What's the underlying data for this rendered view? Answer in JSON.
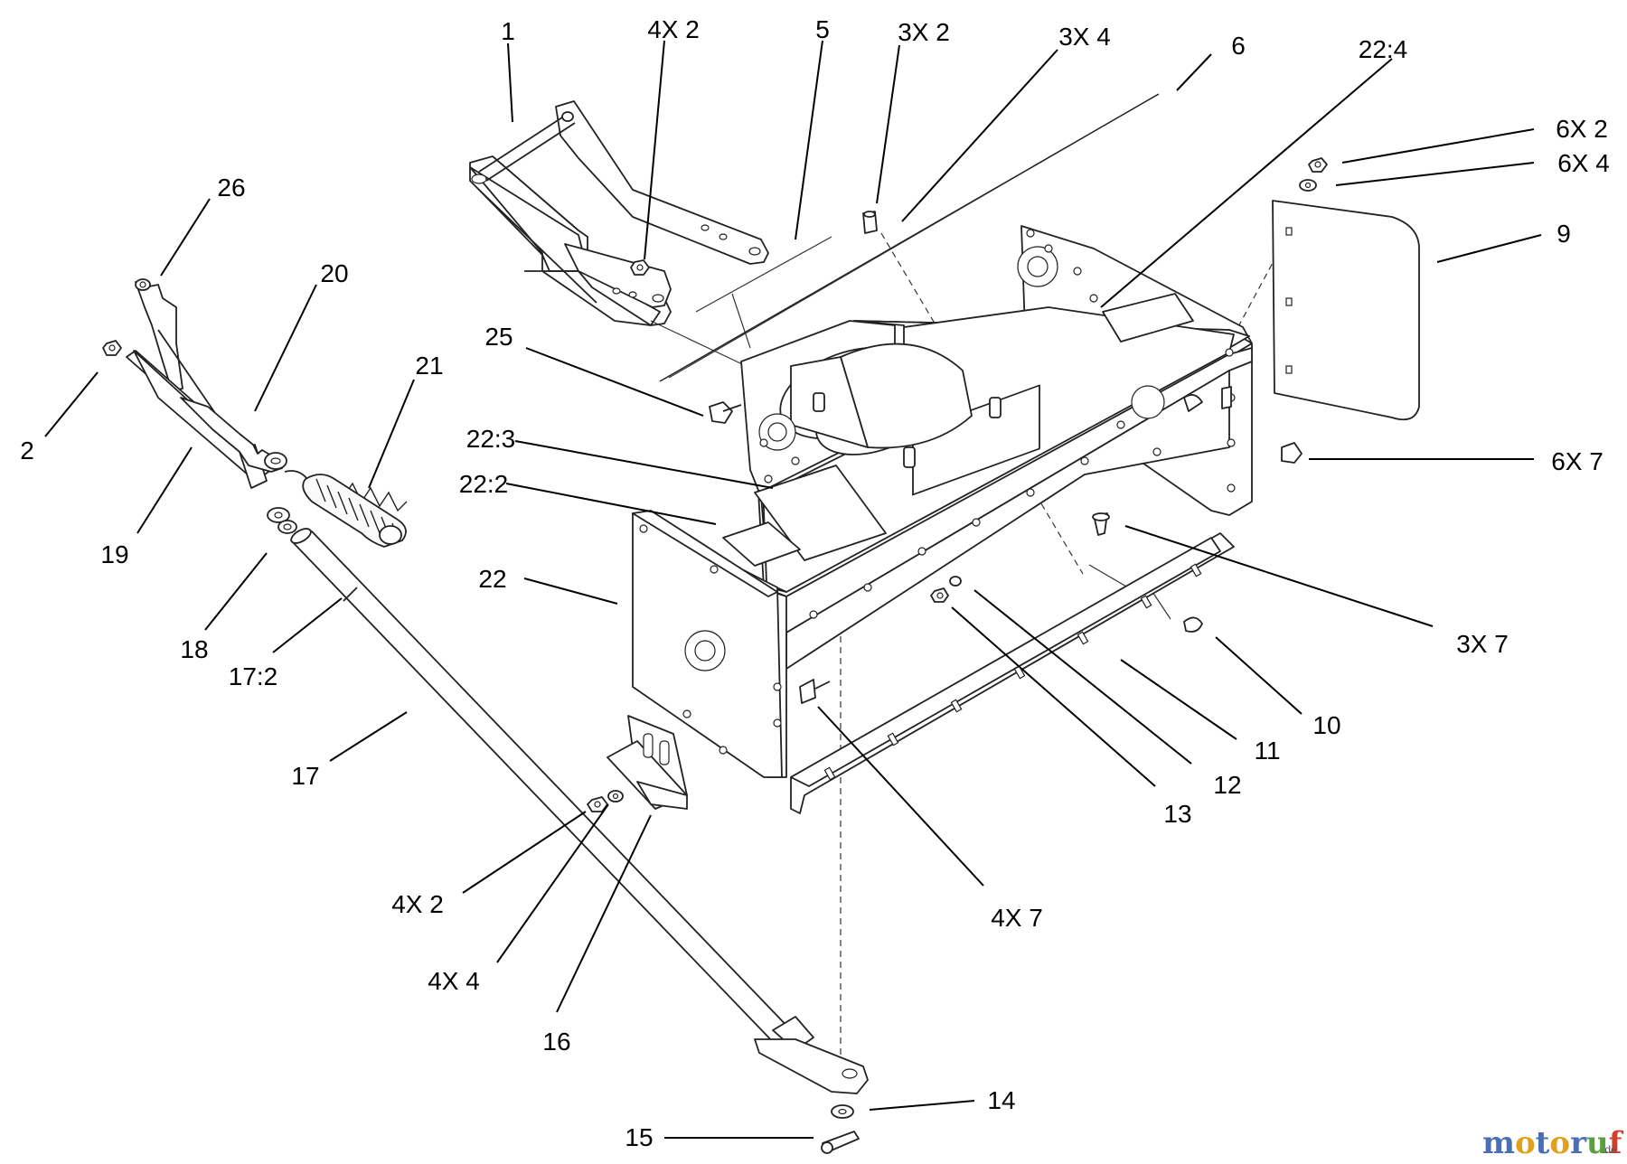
{
  "callouts": [
    {
      "id": "1",
      "text": "1"
    },
    {
      "id": "4x2-top",
      "text": "4X 2"
    },
    {
      "id": "5",
      "text": "5"
    },
    {
      "id": "3x2",
      "text": "3X 2"
    },
    {
      "id": "3x4",
      "text": "3X 4"
    },
    {
      "id": "6",
      "text": "6"
    },
    {
      "id": "22-4",
      "text": "22:4"
    },
    {
      "id": "6x2",
      "text": "6X 2"
    },
    {
      "id": "6x4",
      "text": "6X 4"
    },
    {
      "id": "9",
      "text": "9"
    },
    {
      "id": "26",
      "text": "26"
    },
    {
      "id": "20",
      "text": "20"
    },
    {
      "id": "21",
      "text": "21"
    },
    {
      "id": "25",
      "text": "25"
    },
    {
      "id": "2",
      "text": "2"
    },
    {
      "id": "19",
      "text": "19"
    },
    {
      "id": "22-3",
      "text": "22:3"
    },
    {
      "id": "22-2",
      "text": "22:2"
    },
    {
      "id": "6x7",
      "text": "6X 7"
    },
    {
      "id": "22",
      "text": "22"
    },
    {
      "id": "3x7",
      "text": "3X 7"
    },
    {
      "id": "18",
      "text": "18"
    },
    {
      "id": "17-2",
      "text": "17:2"
    },
    {
      "id": "10",
      "text": "10"
    },
    {
      "id": "11",
      "text": "11"
    },
    {
      "id": "12",
      "text": "12"
    },
    {
      "id": "13",
      "text": "13"
    },
    {
      "id": "17",
      "text": "17"
    },
    {
      "id": "4x7",
      "text": "4X 7"
    },
    {
      "id": "4x2-bottom",
      "text": "4X 2"
    },
    {
      "id": "4x4",
      "text": "4X 4"
    },
    {
      "id": "16",
      "text": "16"
    },
    {
      "id": "14",
      "text": "14"
    },
    {
      "id": "15",
      "text": "15"
    }
  ],
  "watermark": {
    "letters": [
      "m",
      "o",
      "t",
      "o",
      "r",
      "u",
      "f"
    ],
    "letter_colors": [
      "#4a6fb5",
      "#e0a020",
      "#4a6fb5",
      "#e0a020",
      "#4a6fb5",
      "#5aa040",
      "#d04030"
    ],
    "suffix": ".de"
  }
}
